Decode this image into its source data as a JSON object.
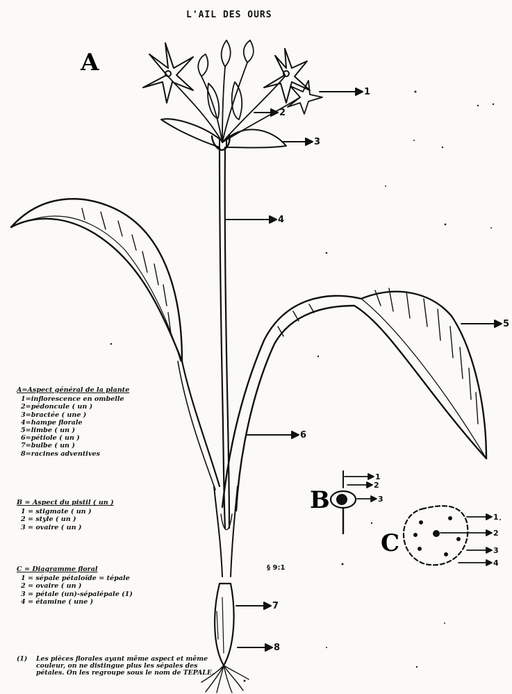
{
  "title": "L'AIL DES OURS",
  "panel_letters": {
    "a": "A",
    "b": "B",
    "c": "C"
  },
  "callouts_a": [
    "1",
    "2",
    "3",
    "4",
    "5",
    "6",
    "7",
    "8"
  ],
  "callouts_b": [
    "1",
    "2",
    "3"
  ],
  "callouts_c": [
    "1",
    "2",
    "3",
    "4"
  ],
  "legend_a": {
    "heading": "A=Aspect général de la plante",
    "items": [
      "1=inflorescence en ombelle",
      "2=pédoncule ( un )",
      "3=bractée ( une )",
      "4=hampe florale",
      "5=limbe ( un )",
      "6=pétiole ( un )",
      "7=bulbe ( un )",
      "8=racines adventives"
    ]
  },
  "legend_b": {
    "heading": "B = Aspect du pistil ( un )",
    "items": [
      "1 = stigmate ( un )",
      "2 = style ( un )",
      "3 = ovaire ( un )"
    ]
  },
  "legend_c": {
    "heading": "C = Diagramme floral",
    "items": [
      "1 = sépale pétaloïde = tépale",
      "2 = ovaire ( un )",
      "3 = pétale (un)-sépalépale (1)",
      "4 = étamine ( une )"
    ]
  },
  "footnote": {
    "marker": "(1)",
    "text": "Les pièces florales ayant même aspect et même couleur, on ne distingue plus les sépales des pétales. On les regroupe sous le nom de TEPALE."
  },
  "page_ref": "§ 9:1"
}
